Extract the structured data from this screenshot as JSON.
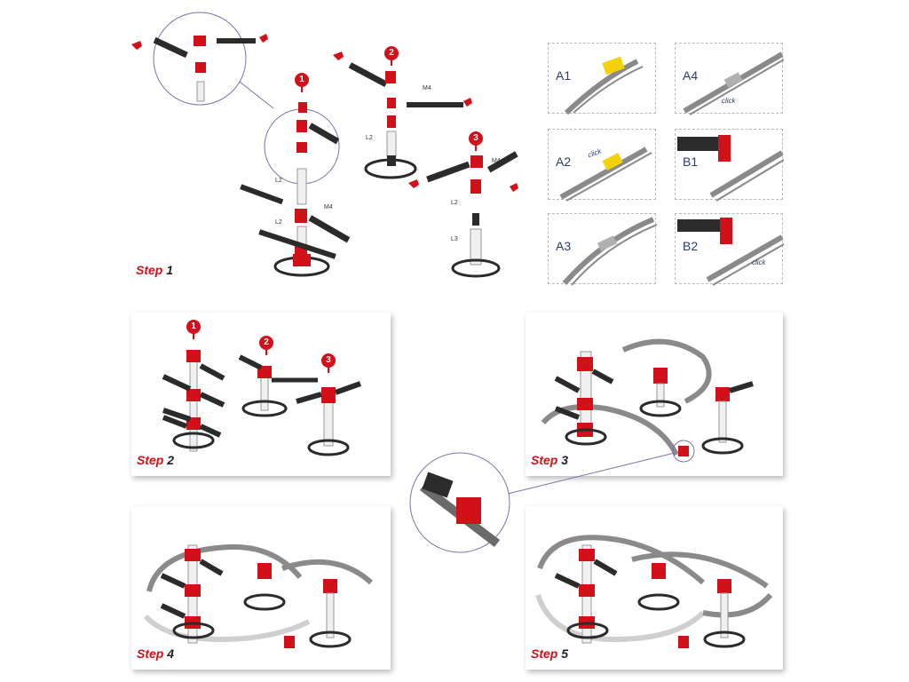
{
  "steps": [
    {
      "word": "Step",
      "num": "1"
    },
    {
      "word": "Step",
      "num": "2"
    },
    {
      "word": "Step",
      "num": "3"
    },
    {
      "word": "Step",
      "num": "4"
    },
    {
      "word": "Step",
      "num": "5"
    }
  ],
  "badges": [
    "1",
    "2",
    "3"
  ],
  "part_labels": {
    "l2": "L2",
    "l3": "L3",
    "m4": "M4"
  },
  "thumbnails": [
    {
      "label": "A1"
    },
    {
      "label": "A4",
      "note": "click"
    },
    {
      "label": "A2",
      "note": "click"
    },
    {
      "label": "B1"
    },
    {
      "label": "A3"
    },
    {
      "label": "B2",
      "note": "click"
    }
  ],
  "colors": {
    "accent": "#d2101a",
    "tower_dark": "#2b2b2b",
    "track": "#8a8a8a",
    "clip": "#f4d20a",
    "label": "#2a3d73"
  }
}
